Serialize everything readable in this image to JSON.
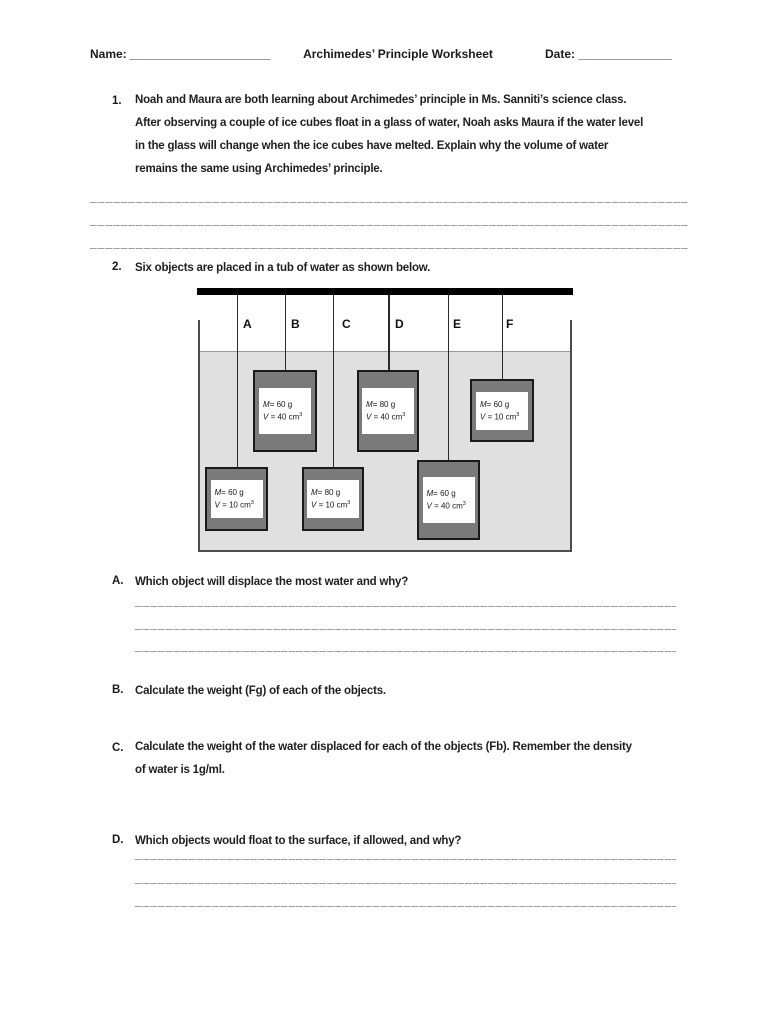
{
  "header": {
    "name_label": "Name:",
    "name_line": "_____________________",
    "title": "Archimedes’ Principle Worksheet",
    "date_label": "Date:",
    "date_line": "______________"
  },
  "q1": {
    "number": "1.",
    "lines": [
      "Noah and Maura are both learning about Archimedes’ principle in Ms. Sanniti’s science class.",
      "After observing a couple of ice cubes float in a glass of water, Noah asks Maura if the water level",
      "in the glass will change when the ice cubes have melted. Explain why the volume of water",
      "remains the same using Archimedes’ principle."
    ]
  },
  "answer_line_full": "______________________________________________________________________________________________________________",
  "answer_line_indent": "____________________________________________________________________________________________________",
  "q2": {
    "number": "2.",
    "text": "Six objects are placed in a tub of water as shown below."
  },
  "diagram": {
    "labels": [
      "A",
      "B",
      "C",
      "D",
      "E",
      "F"
    ],
    "objects": [
      {
        "label": "A",
        "mass_var": "M",
        "mass_val": "= 60 g",
        "vol_var": "V",
        "vol_val": " = 10 cm",
        "vol_exp": "3"
      },
      {
        "label": "B",
        "mass_var": "M",
        "mass_val": "= 60 g",
        "vol_var": "V",
        "vol_val": " = 40 cm",
        "vol_exp": "3"
      },
      {
        "label": "C",
        "mass_var": "M",
        "mass_val": "= 80 g",
        "vol_var": "V",
        "vol_val": " = 10 cm",
        "vol_exp": "3"
      },
      {
        "label": "D",
        "mass_var": "M",
        "mass_val": "= 80 g",
        "vol_var": "V",
        "vol_val": " = 40 cm",
        "vol_exp": "3"
      },
      {
        "label": "E",
        "mass_var": "M",
        "mass_val": "= 60 g",
        "vol_var": "V",
        "vol_val": " = 40 cm",
        "vol_exp": "3"
      },
      {
        "label": "F",
        "mass_var": "M",
        "mass_val": "= 60 g",
        "vol_var": "V",
        "vol_val": " = 10 cm",
        "vol_exp": "3"
      }
    ],
    "colors": {
      "water": "#e0e0e0",
      "object_fill": "#7a7a7a",
      "object_border": "#1a1a1a",
      "beam": "#000000",
      "wall": "#4d4d4d"
    }
  },
  "sections": [
    {
      "label": "A.",
      "lines": [
        "Which object will displace the most water and why?"
      ]
    },
    {
      "label": "B.",
      "lines": [
        "Calculate the weight (Fg) of each of the objects."
      ]
    },
    {
      "label": "C.",
      "lines": [
        "Calculate the weight of the water displaced for each of the objects (Fb). Remember the density",
        "of water is 1g/ml."
      ]
    },
    {
      "label": "D.",
      "lines": [
        "Which objects would float to the surface, if allowed, and why?"
      ]
    }
  ]
}
